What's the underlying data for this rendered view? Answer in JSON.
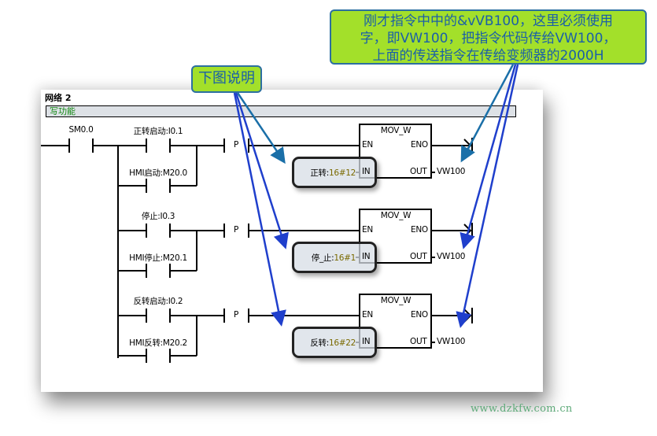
{
  "network": {
    "title": "网络 2",
    "comment": "写功能"
  },
  "rungs": [
    {
      "contact_top": "正转启动:I0.1",
      "contact_bottom": "HMI启动:M20.0",
      "edge": "P",
      "block": {
        "name": "MOV_W",
        "en": "EN",
        "eno": "ENO",
        "in": "IN",
        "out": "OUT",
        "out_value": "VW100",
        "in_label": "正转:",
        "in_value": "16#12"
      }
    },
    {
      "contact_top": "停止:I0.3",
      "contact_bottom": "HMI停止:M20.1",
      "edge": "P",
      "block": {
        "name": "MOV_W",
        "en": "EN",
        "eno": "ENO",
        "in": "IN",
        "out": "OUT",
        "out_value": "VW100",
        "in_label": "停_止:",
        "in_value": "16#1"
      }
    },
    {
      "contact_top": "反转启动:I0.2",
      "contact_bottom": "HMI反转:M20.2",
      "edge": "P",
      "block": {
        "name": "MOV_W",
        "en": "EN",
        "eno": "ENO",
        "in": "IN",
        "out": "OUT",
        "out_value": "VW100",
        "in_label": "反转:",
        "in_value": "16#22"
      }
    }
  ],
  "first_contact": "SM0.0",
  "callouts": {
    "main_lines": [
      "刚才指令中中的&vVB100，这里必须使用",
      "字，即VW100，把指令代码传给VW100，",
      "上面的传送指令在传给变频器的2000H"
    ],
    "small": "下图说明"
  },
  "watermark": "www.dzkfw.com.cn",
  "colors": {
    "callout_bg": "#a3e02a",
    "callout_text": "#1a5fa8",
    "comment_text": "#118811",
    "in_value_text": "#7a6a00",
    "arrow_dark_blue": "#1f3fcc",
    "arrow_teal": "#1a6fa8"
  }
}
